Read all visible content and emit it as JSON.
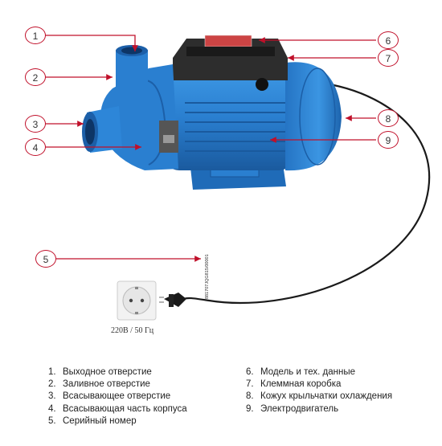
{
  "callouts": [
    {
      "num": "1"
    },
    {
      "num": "2"
    },
    {
      "num": "3"
    },
    {
      "num": "4"
    },
    {
      "num": "5"
    },
    {
      "num": "6"
    },
    {
      "num": "7"
    },
    {
      "num": "8"
    },
    {
      "num": "9"
    }
  ],
  "voltage_label": "220В / 50 Гц",
  "serial_text": "881707JQG815/00001",
  "legend_left": [
    {
      "num": "1.",
      "text": "Выходное отверстие"
    },
    {
      "num": "2.",
      "text": "Заливное отверстие"
    },
    {
      "num": "3.",
      "text": "Всасывающее отверстие"
    },
    {
      "num": "4.",
      "text": "Всасывающая часть корпуса"
    },
    {
      "num": "5.",
      "text": "Серийный номер"
    }
  ],
  "legend_right": [
    {
      "num": "6.",
      "text": "Модель и тех. данные"
    },
    {
      "num": "7.",
      "text": "Клеммная коробка"
    },
    {
      "num": "8.",
      "text": "Кожух крыльчатки охлаждения"
    },
    {
      "num": "9.",
      "text": "Электродвигатель"
    }
  ],
  "colors": {
    "callout": "#c0102a",
    "pump_body": "#2a7fd0",
    "pump_dark": "#1c5fa8",
    "terminal_box": "#2a2a2a"
  }
}
